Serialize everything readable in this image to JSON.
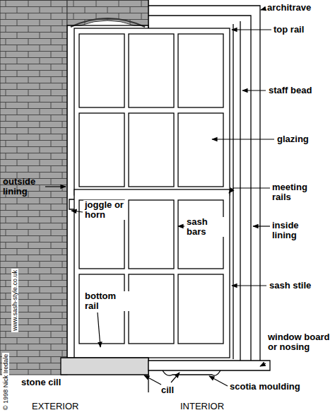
{
  "diagram": {
    "labels": [
      "architrave",
      "top rail",
      "staff bead",
      "glazing",
      "meeting rails",
      "inside lining",
      "sash stile",
      "window board or nosing",
      "scotia moulding",
      "cill",
      "stone cill",
      "EXTERIOR",
      "INTERIOR",
      "outside lining",
      "joggle or horn",
      "sash bars",
      "bottom rail",
      "www.sash-style.co.uk",
      "© 1998 Nick Iredale"
    ]
  }
}
